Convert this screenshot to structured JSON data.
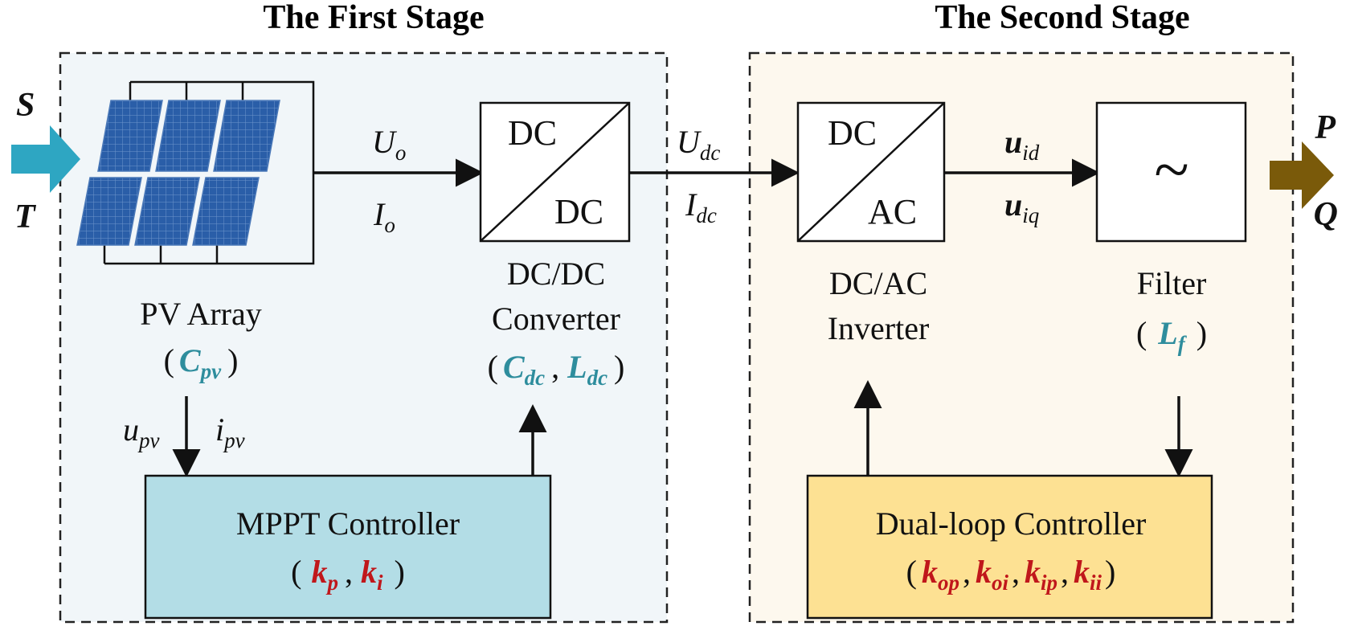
{
  "stages": {
    "first": {
      "title": "The First Stage"
    },
    "second": {
      "title": "The Second Stage"
    }
  },
  "inputs": {
    "s": "S",
    "t": "T"
  },
  "outputs": {
    "p": "P",
    "q": "Q"
  },
  "pv_array": {
    "name": "PV Array",
    "param": {
      "base": "C",
      "sub": "pv"
    },
    "out_voltage": {
      "base": "U",
      "sub": "o"
    },
    "out_current": {
      "base": "I",
      "sub": "o"
    },
    "meas_voltage": {
      "base": "u",
      "sub": "pv"
    },
    "meas_current": {
      "base": "i",
      "sub": "pv"
    }
  },
  "dcdc": {
    "top": "DC",
    "bottom": "DC",
    "name_line1": "DC/DC",
    "name_line2": "Converter",
    "param1": {
      "base": "C",
      "sub": "dc"
    },
    "param2": {
      "base": "L",
      "sub": "dc"
    },
    "out_voltage": {
      "base": "U",
      "sub": "dc"
    },
    "out_current": {
      "base": "I",
      "sub": "dc"
    }
  },
  "dcac": {
    "top": "DC",
    "bottom": "AC",
    "name_line1": "DC/AC",
    "name_line2": "Inverter",
    "out_d": {
      "base": "u",
      "sub": "id"
    },
    "out_q": {
      "base": "u",
      "sub": "iq"
    }
  },
  "filter": {
    "symbol": "~",
    "name": "Filter",
    "param": {
      "base": "L",
      "sub": "f"
    }
  },
  "mppt": {
    "name": "MPPT Controller",
    "p1": {
      "base": "k",
      "sub": "p"
    },
    "p2": {
      "base": "k",
      "sub": "i"
    }
  },
  "dual_loop": {
    "name": "Dual-loop Controller",
    "p1": {
      "base": "k",
      "sub": "op"
    },
    "p2": {
      "base": "k",
      "sub": "oi"
    },
    "p3": {
      "base": "k",
      "sub": "ip"
    },
    "p4": {
      "base": "k",
      "sub": "ii"
    }
  },
  "punct": {
    "open": "(",
    "close": ")",
    "comma": ","
  },
  "colors": {
    "stage1_bg": "#f1f6f9",
    "stage2_bg": "#fdf8ee",
    "input_arrow": "#2ea6c2",
    "output_arrow": "#7a5a0a",
    "panel": "#2a5ea8",
    "mppt_fill": "#b3dde6",
    "dual_fill": "#fde193",
    "teal_text": "#2e8d9d",
    "red_text": "#c0171b"
  }
}
